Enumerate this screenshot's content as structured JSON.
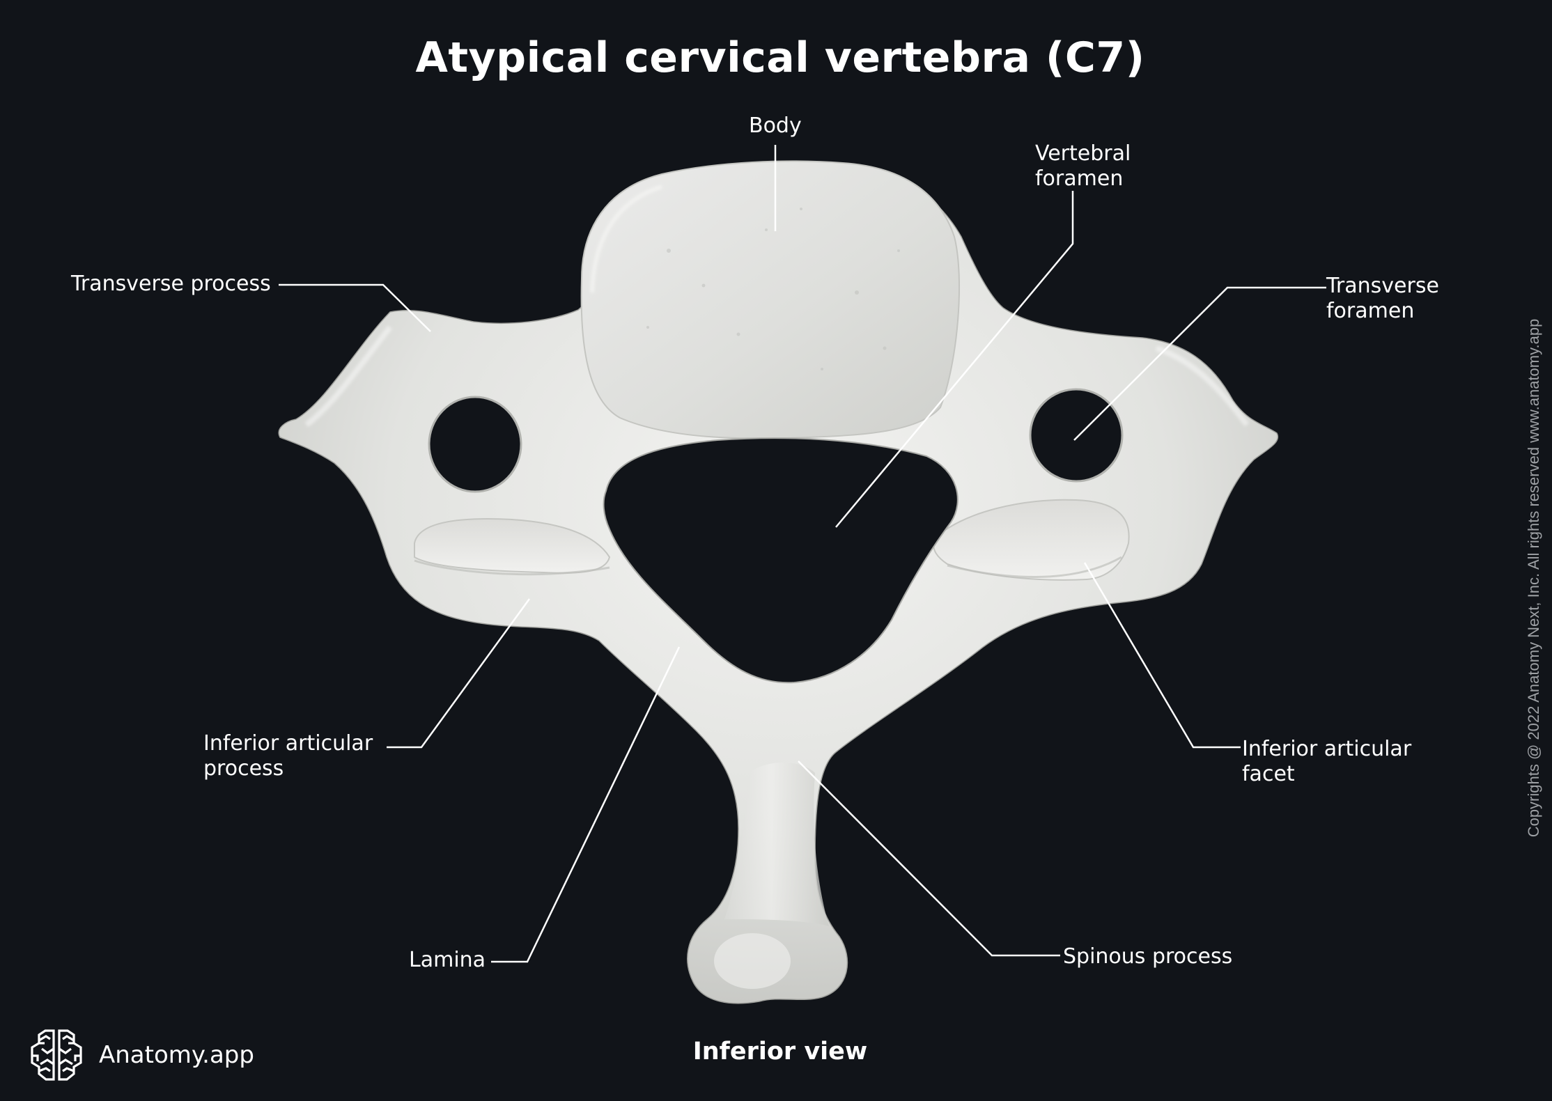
{
  "title": "Atypical cervical vertebra (C7)",
  "view_label": "Inferior view",
  "brand": {
    "name": "Anatomy.app",
    "icon": "brain-logo-icon"
  },
  "copyright": "Copyrights @ 2022 Anatomy Next, Inc. All rights reserved www.anatomy.app",
  "colors": {
    "background": "#111419",
    "bone_light": "#eeeeec",
    "bone_mid": "#d6d7d4",
    "bone_shadow": "#b9bab6",
    "label_text": "#ffffff",
    "leader_line": "#ffffff",
    "copyright_text": "#9ea1a5"
  },
  "labels": {
    "body": {
      "lines": [
        "Body"
      ]
    },
    "vertebral_foramen": {
      "lines": [
        "Vertebral",
        "foramen"
      ]
    },
    "transverse_process": {
      "lines": [
        "Transverse process"
      ]
    },
    "transverse_foramen": {
      "lines": [
        "Transverse",
        "foramen"
      ]
    },
    "inferior_articular_process": {
      "lines": [
        "Inferior articular",
        "process"
      ]
    },
    "inferior_articular_facet": {
      "lines": [
        "Inferior articular",
        "facet"
      ]
    },
    "lamina": {
      "lines": [
        "Lamina"
      ]
    },
    "spinous_process": {
      "lines": [
        "Spinous process"
      ]
    }
  }
}
